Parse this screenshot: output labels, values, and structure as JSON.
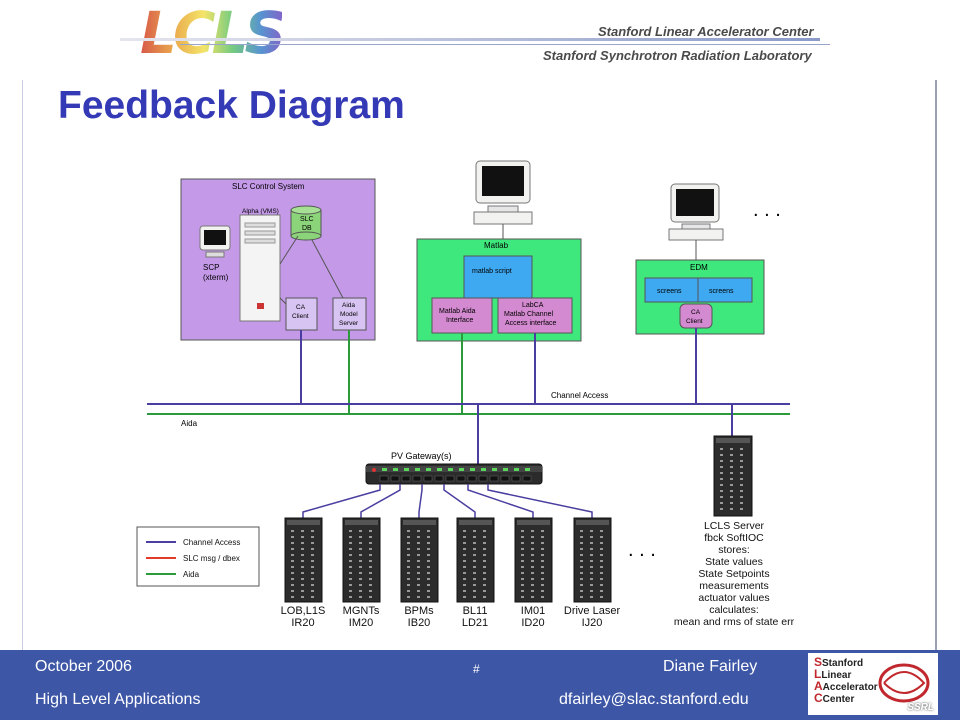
{
  "header": {
    "logo_text": "LCLS",
    "inst_line1": "Stanford Linear Accelerator Center",
    "inst_line2": "Stanford Synchrotron Radiation Laboratory"
  },
  "slide_title": "Feedback Diagram",
  "diagram": {
    "slc_box_title": "SLC Control System",
    "alpha_label": "Alpha (VMS)",
    "slc_db": [
      "SLC",
      "DB"
    ],
    "scp_label": [
      "SCP",
      "(xterm)"
    ],
    "ca_client": [
      "CA",
      "Client"
    ],
    "aida_model_server": [
      "Aida",
      "Model",
      "Server"
    ],
    "matlab_title": "Matlab",
    "matlab_script": "matlab script",
    "matlab_aida": [
      "Matlab Aida",
      "Interface"
    ],
    "labca": [
      "LabCA",
      "Matlab Channel",
      "Access interface"
    ],
    "edm_title": "EDM",
    "screens": [
      "screens",
      "screens"
    ],
    "edm_ca_client": [
      "CA",
      "Client"
    ],
    "ellipsis": ". . .",
    "bus_channel_access": "Channel Access",
    "bus_aida": "Aida",
    "pv_gateway": "PV Gateway(s)",
    "legend": [
      {
        "label": "Channel Access",
        "color": "#4a3fa0"
      },
      {
        "label": "SLC msg / dbex",
        "color": "#e23b2a"
      },
      {
        "label": "Aida",
        "color": "#2a9a3a"
      }
    ],
    "servers": [
      [
        "LOB,L1S",
        "IR20"
      ],
      [
        "MGNTs",
        "IM20"
      ],
      [
        "BPMs",
        "IB20"
      ],
      [
        "BL11",
        "LD21"
      ],
      [
        "IM01",
        "ID20"
      ],
      [
        "Drive Laser",
        "IJ20"
      ]
    ],
    "lcls_server": [
      "LCLS Server",
      "fbck SoftIOC",
      "stores:",
      "State values",
      "State Setpoints",
      "measurements",
      "actuator values",
      "calculates:",
      "mean and rms of state err"
    ],
    "colors": {
      "slc_box": "#c49ae8",
      "matlab_box": "#3ee87c",
      "edm_box": "#3ee87c",
      "script_box": "#3ea8f0",
      "pink_box": "#d48ad0",
      "channel_access_line": "#4a3fa0",
      "aida_line": "#2a9a3a"
    }
  },
  "footer": {
    "date": "October 2006",
    "slide_number": "#",
    "author": "Diane Fairley",
    "topic": "High Level Applications",
    "email": "dfairley@slac.stanford.edu",
    "seal_lines": [
      "Stanford",
      "Linear",
      "Accelerator",
      "Center"
    ],
    "seal_tag": "SSRL"
  }
}
